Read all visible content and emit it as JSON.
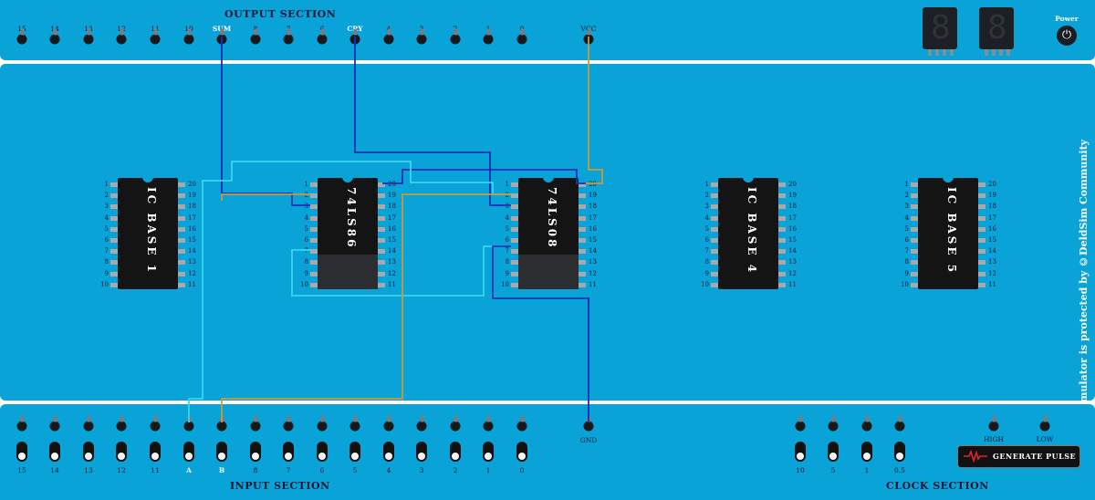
{
  "output_section": {
    "title": "OUTPUT SECTION",
    "pins": [
      "15",
      "14",
      "13",
      "12",
      "11",
      "10",
      "SUM",
      "8",
      "7",
      "6",
      "CRY",
      "4",
      "3",
      "2",
      "1",
      "0",
      "VCC"
    ],
    "highlighted": [
      "SUM",
      "CRY"
    ]
  },
  "display": {
    "digits": [
      "8",
      "8"
    ]
  },
  "power": {
    "label": "Power",
    "icon": "power-icon"
  },
  "copyright": "This simulator is protected by ©DeldSim Community",
  "chips": [
    {
      "name": "IC BASE 1",
      "pins": 20
    },
    {
      "name": "74LS86",
      "pins": 20
    },
    {
      "name": "74LS08",
      "pins": 20
    },
    {
      "name": "IC BASE 4",
      "pins": 20
    },
    {
      "name": "IC BASE 5",
      "pins": 20
    }
  ],
  "input_section": {
    "title": "INPUT SECTION",
    "pins": [
      "15",
      "14",
      "13",
      "12",
      "11",
      "A",
      "B",
      "8",
      "7",
      "6",
      "5",
      "4",
      "3",
      "2",
      "1",
      "0"
    ],
    "highlighted": [
      "A",
      "B"
    ],
    "gnd_label": "GND"
  },
  "clock_section": {
    "title": "CLOCK SECTION",
    "pins": [
      "10",
      "5",
      "1",
      "0.5"
    ],
    "high_label": "HIGH",
    "low_label": "LOW",
    "generate_label": "GENERATE PULSE"
  },
  "colors": {
    "panel": "#0aa3d8",
    "wire_blue": "#1d2fb8",
    "wire_cyan": "#36d6ee",
    "wire_orange": "#c79a3f"
  }
}
